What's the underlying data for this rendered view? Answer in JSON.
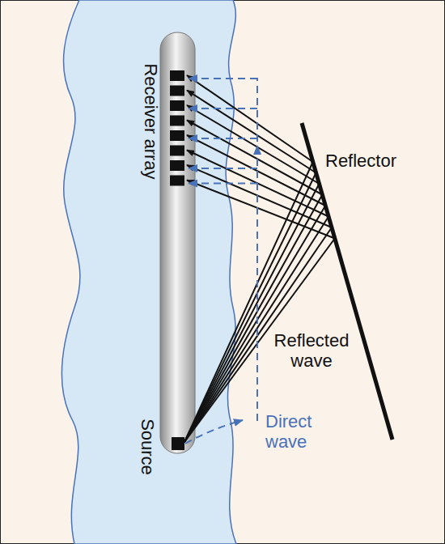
{
  "diagram": {
    "labels": [
      "Receiver array",
      "Reflector",
      "Reflected wave",
      "Source",
      "Direct wave"
    ]
  }
}
